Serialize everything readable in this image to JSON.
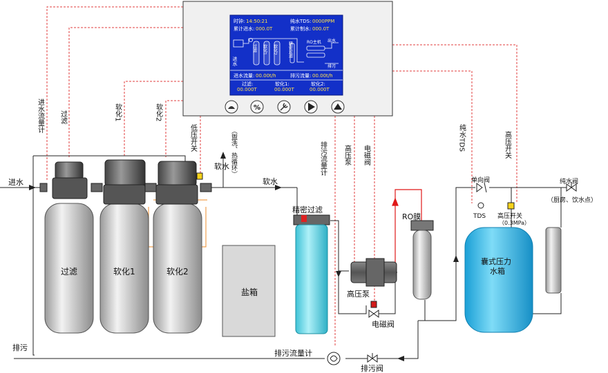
{
  "controller": {
    "lcd": {
      "clock_label": "时钟:",
      "clock_value": "14:50:21",
      "tds_label": "纯水TDS:",
      "tds_value": "0000PPM",
      "total_in_label": "累计进水:",
      "total_in_value": "000.0T",
      "total_made_label": "累计制水:",
      "total_made_value": "000.0T",
      "inlet_label": "进水",
      "stage_labels": [
        "过滤",
        "软化1",
        "软化2"
      ],
      "filter_label": "精密过滤",
      "ro_main_label": "RO主机",
      "outlet_label": "出水",
      "drain_label": "排污",
      "in_flow_label": "进水流量:",
      "in_flow_value": "00.00t/h",
      "drain_flow_label": "排污流量:",
      "drain_flow_value": "00.00t/h",
      "filter_total_label": "过滤:",
      "filter_total_value": "00.000T",
      "soft1_total_label": "软化1:",
      "soft1_total_value": "00.000T",
      "soft2_total_label": "软化2:",
      "soft2_total_value": "00.000T"
    },
    "buttons": [
      "hand-icon",
      "percent-icon",
      "wrench-icon",
      "play-icon",
      "up-icon"
    ]
  },
  "labels": {
    "inlet": "进水",
    "drain": "排污",
    "inlet_flow_meter": "进水流量计",
    "filter_top": "过滤",
    "softener1_top": "软化1",
    "softener2_top": "软化2",
    "low_pressure_switch": "低压开关",
    "soft_water_up": "软水",
    "soft_water_use": "（盥洗、热循环）",
    "soft_water_right": "软水",
    "drain_flow_meter_top": "排污流量计",
    "high_pressure_pump_top": "高压泵",
    "solenoid_valve_top": "电磁阀",
    "pure_tds": "纯水TDS",
    "high_pressure_switch_top": "高压开关",
    "precision_filter": "精密过滤",
    "ro_membrane": "RO膜",
    "check_valve": "单向阀",
    "tds": "TDS",
    "high_pressure_switch": "高压开关",
    "high_pressure_switch_rating": "（0.3MPa）",
    "pure_water_valve": "纯水阀",
    "pure_water_use": "（厨房、饮水点）",
    "tank_filter": "过滤",
    "tank_soft1": "软化1",
    "tank_soft2": "软化2",
    "salt_box": "盐箱",
    "high_pressure_pump": "高压泵",
    "solenoid_valve": "电磁阀",
    "pressure_tank_line1": "囊式压力",
    "pressure_tank_line2": "水箱",
    "drain_flow_meter_bottom": "排污流量计",
    "drain_valve": "排污阀"
  },
  "colors": {
    "lcd_bg": "#1330c8",
    "signal": "#e03c3c",
    "pipe_hot": "#e01818",
    "pipe_orange": "#f0a050",
    "tank_gray": "#c8c8c8",
    "filter_cyan": "#5ad7e6",
    "pressure_tank": "#29b7e6",
    "switch_yellow": "#f7d21a"
  }
}
